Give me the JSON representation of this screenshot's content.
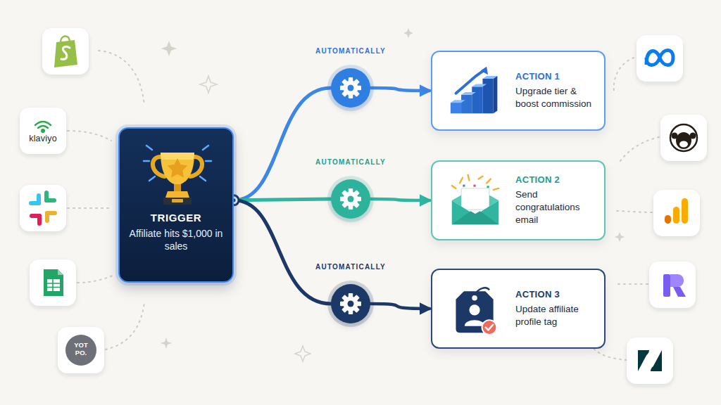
{
  "diagram": {
    "nodes": [
      {
        "text": [
          "TRIGGER",
          "Affiliate hits $1,000 in sales"
        ]
      },
      {
        "text": [
          "AUTOMATICALLY"
        ]
      },
      {
        "text": [
          "ACTION 1",
          "Upgrade tier & boost commission"
        ]
      },
      {
        "text": [
          "AUTOMATICALLY"
        ]
      },
      {
        "text": [
          "ACTION 2",
          "Send congratulations email"
        ]
      },
      {
        "text": [
          "AUTOMATICALLY"
        ]
      },
      {
        "text": [
          "ACTION 3",
          "Update affiliate profile tag"
        ]
      }
    ],
    "edges": [
      {
        "from": 0,
        "to": 1,
        "arrow": "none"
      },
      {
        "from": 1,
        "to": 2,
        "arrow": "to"
      },
      {
        "from": 0,
        "to": 3,
        "arrow": "none"
      },
      {
        "from": 3,
        "to": 4,
        "arrow": "to"
      },
      {
        "from": 0,
        "to": 5,
        "arrow": "none"
      },
      {
        "from": 5,
        "to": 6,
        "arrow": "to"
      }
    ],
    "labels": [
      "klaviyo",
      "YOT PO."
    ]
  }
}
